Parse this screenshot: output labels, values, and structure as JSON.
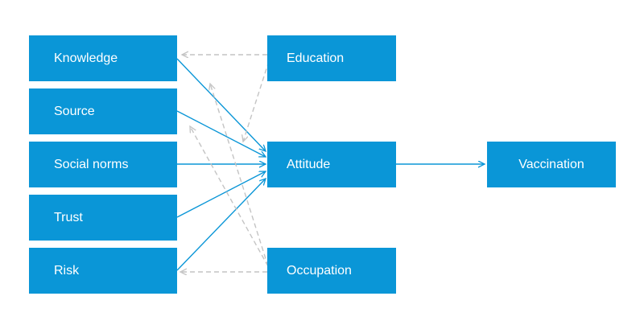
{
  "diagram": {
    "nodes": [
      {
        "id": "knowledge",
        "label": "Knowledge"
      },
      {
        "id": "source",
        "label": "Source"
      },
      {
        "id": "social_norms",
        "label": "Social norms"
      },
      {
        "id": "trust",
        "label": "Trust"
      },
      {
        "id": "risk",
        "label": "Risk"
      },
      {
        "id": "education",
        "label": "Education"
      },
      {
        "id": "attitude",
        "label": "Attitude"
      },
      {
        "id": "occupation",
        "label": "Occupation"
      },
      {
        "id": "vaccination",
        "label": "Vaccination"
      }
    ],
    "edges": [
      {
        "from": "knowledge",
        "to": "attitude",
        "style": "solid"
      },
      {
        "from": "source",
        "to": "attitude",
        "style": "solid"
      },
      {
        "from": "social_norms",
        "to": "attitude",
        "style": "solid"
      },
      {
        "from": "trust",
        "to": "attitude",
        "style": "solid"
      },
      {
        "from": "risk",
        "to": "attitude",
        "style": "solid"
      },
      {
        "from": "attitude",
        "to": "vaccination",
        "style": "solid"
      },
      {
        "from": "education",
        "to": "knowledge",
        "style": "dashed"
      },
      {
        "from": "education",
        "to": "attitude",
        "style": "dashed"
      },
      {
        "from": "occupation",
        "to": "risk",
        "style": "dashed"
      },
      {
        "from": "occupation",
        "to": "knowledge",
        "style": "dashed"
      },
      {
        "from": "occupation",
        "to": "source",
        "style": "dashed"
      }
    ],
    "colors": {
      "node_fill": "#0a96d7",
      "node_text": "#ffffff",
      "solid_edge": "#0a96d7",
      "dashed_edge": "#c4c4c4"
    }
  }
}
